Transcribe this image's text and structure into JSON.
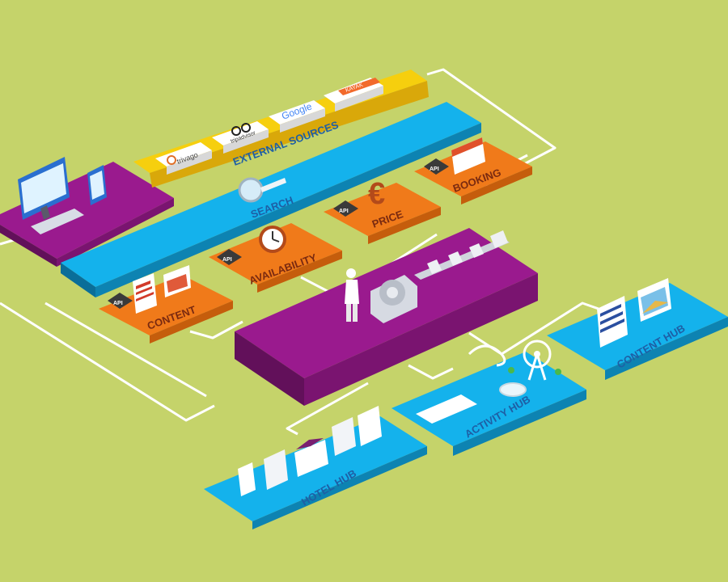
{
  "colors": {
    "background": "#c5d36a",
    "yellow": "#f6cf0e",
    "cyan": "#14b2ec",
    "orange": "#f07a1a",
    "purple": "#9a1a8e",
    "connector": "#ffffff",
    "label_dark": "#7a2a10",
    "label_blue": "#1e5fa5"
  },
  "external_sources": {
    "label": "EXTERNAL SOURCES",
    "logos": [
      {
        "name": "trivago",
        "text": "trivago",
        "icon": "trivago-logo"
      },
      {
        "name": "tripadvisor",
        "text": "tripadvisor",
        "icon": "owl-eyes-logo"
      },
      {
        "name": "google",
        "text": "Google",
        "icon": "google-logo"
      },
      {
        "name": "kayak",
        "text": "KAYAK",
        "icon": "kayak-logo"
      }
    ]
  },
  "search": {
    "label": "SEARCH",
    "icon": "magnifier-icon"
  },
  "services": [
    {
      "key": "content",
      "label": "CONTENT",
      "badge": "API",
      "icon": "document-image-icon"
    },
    {
      "key": "availability",
      "label": "AVAILABILITY",
      "badge": "API",
      "icon": "clock-icon"
    },
    {
      "key": "price",
      "label": "PRICE",
      "badge": "API",
      "icon": "euro-icon"
    },
    {
      "key": "booking",
      "label": "BOOKING",
      "badge": "API",
      "icon": "calendar-icon"
    }
  ],
  "client_devices": {
    "icons": [
      "desktop-monitor-icon",
      "keyboard-icon",
      "tablet-icon"
    ]
  },
  "engine": {
    "icons": [
      "operator-figure-icon",
      "gear-icon",
      "conveyor-icon"
    ]
  },
  "hubs": [
    {
      "key": "hotel",
      "label": "HOTEL HUB",
      "icon": "buildings-icon"
    },
    {
      "key": "activity",
      "label": "ACTIVITY HUB",
      "icon": "ferris-wheel-icon"
    },
    {
      "key": "content",
      "label": "CONTENT HUB",
      "icon": "document-image-icon"
    }
  ]
}
